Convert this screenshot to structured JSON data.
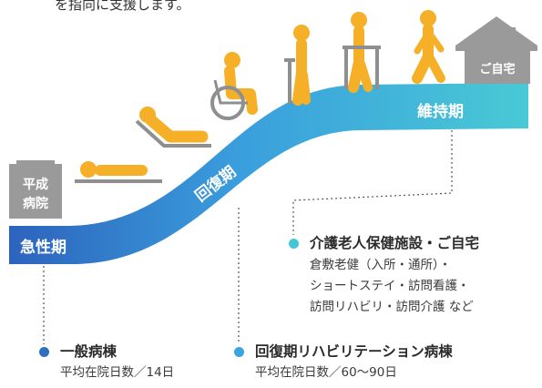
{
  "intro_fragment": "を指向に支援します。",
  "facilities": {
    "hospital": "平成\n病院",
    "home": "ご自宅"
  },
  "stages": {
    "acute": "急性期",
    "recovery": "回復期",
    "maintenance": "維持期"
  },
  "legend": {
    "general": {
      "title": "一般病棟",
      "detail": "平均在院日数／14日"
    },
    "recovery": {
      "title": "回復期リハビリテーション病棟",
      "detail": "平均在院日数／60〜90日"
    },
    "care": {
      "title": "介護老人保健施設・ご自宅",
      "lines": [
        "倉敷老健（入所・通所）・",
        "ショートステイ・訪問看護・",
        "訪問リハビリ・訪問介護 など"
      ]
    }
  },
  "colors": {
    "acute": "#2f6fc1",
    "recovery": "#3aa6df",
    "maintenance": "#46c5d6",
    "figure": "#f5b027",
    "building": "#9a9a9a"
  }
}
